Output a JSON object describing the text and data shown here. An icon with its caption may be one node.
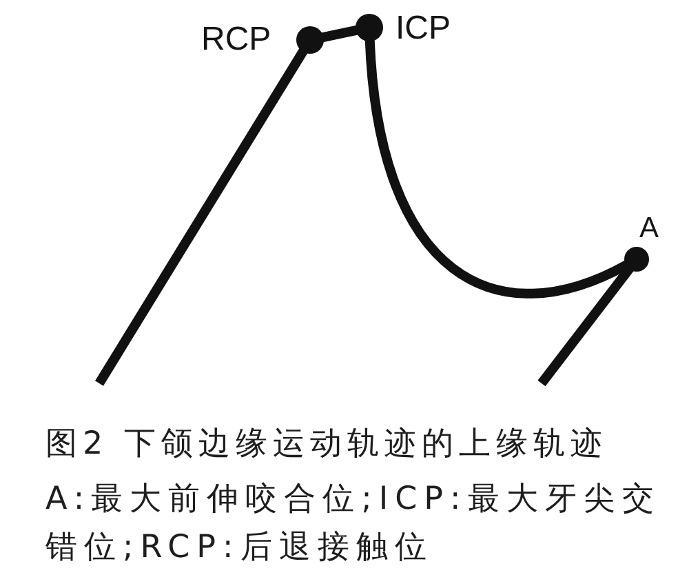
{
  "diagram": {
    "caption": "图2 下颌边缘运动轨迹的上缘轨迹",
    "nodes": [
      {
        "text": [],
        "shape": "circle",
        "beside": [
          "RCP"
        ]
      },
      {
        "text": [],
        "shape": "circle",
        "beside": [
          "ICP"
        ]
      },
      {
        "text": [],
        "shape": "circle",
        "beside": [
          "A"
        ]
      }
    ],
    "edges": [
      {
        "from": null,
        "to": 0,
        "arrow": "none"
      },
      {
        "from": 0,
        "to": 1,
        "arrow": "none"
      },
      {
        "from": 1,
        "to": 2,
        "arrow": "none"
      },
      {
        "from": 2,
        "to": null,
        "arrow": "none"
      }
    ],
    "labels": [
      "A:最大前伸咬合位;ICP:最大牙尖交错位;RCP:后退接触位"
    ]
  }
}
